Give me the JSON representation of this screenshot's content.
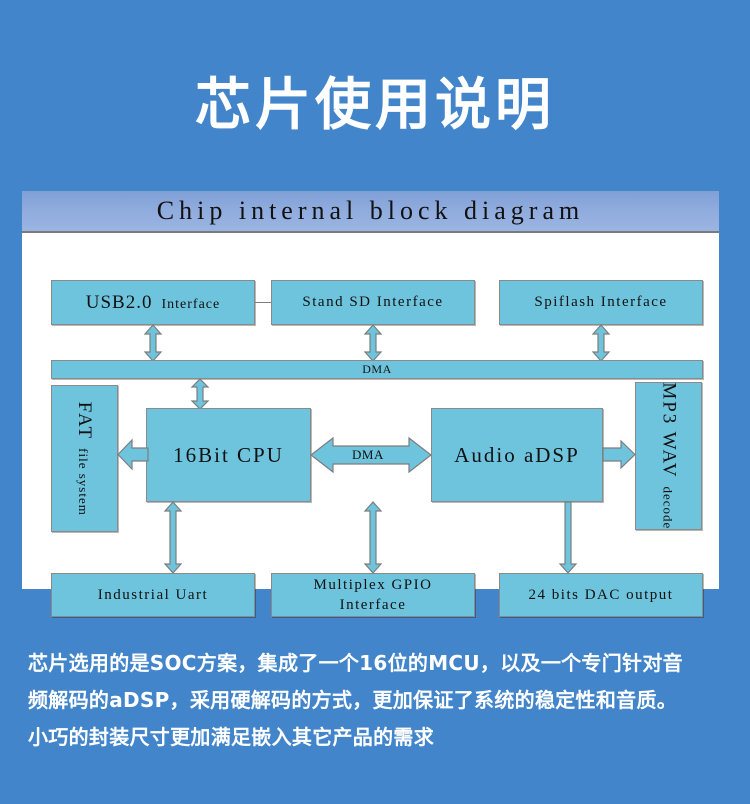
{
  "page": {
    "title": "芯片使用说明",
    "background_color": "#4285ca",
    "block_fill_color": "#6ec4dd",
    "header_band_color": "#8fabdd"
  },
  "diagram": {
    "header_title": "Chip internal block diagram",
    "top_row": [
      {
        "id": "usb",
        "main": "USB2.0",
        "sub": "Interface"
      },
      {
        "id": "sd",
        "label": "Stand SD Interface"
      },
      {
        "id": "spiflash",
        "label": "Spiflash Interface"
      }
    ],
    "bus": {
      "label": "DMA"
    },
    "middle_row": {
      "fat": {
        "main": "FAT",
        "sub": "file system"
      },
      "cpu": {
        "label": "16Bit CPU"
      },
      "center_arrow": {
        "label": "DMA"
      },
      "adsp": {
        "label": "Audio aDSP"
      },
      "mp3": {
        "main": "MP3 WAV",
        "sub": "decode"
      }
    },
    "bottom_row": [
      {
        "id": "uart",
        "label": "Industrial Uart"
      },
      {
        "id": "gpio",
        "line1": "Multiplex GPIO",
        "line2": "Interface"
      },
      {
        "id": "dac",
        "label": "24 bits DAC output"
      }
    ]
  },
  "description": {
    "line1": "芯片选用的是SOC方案，集成了一个16位的MCU，以及一个专门针对音",
    "line2": "频解码的aDSP，采用硬解码的方式，更加保证了系统的稳定性和音质。",
    "line3": "小巧的封装尺寸更加满足嵌入其它产品的需求"
  }
}
